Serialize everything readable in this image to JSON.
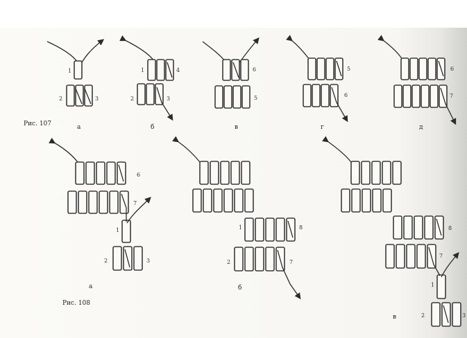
{
  "figures": [
    {
      "id": "fig107",
      "caption": "Рис. 107",
      "parts": [
        "а",
        "б",
        "в",
        "г",
        "д"
      ]
    },
    {
      "id": "fig108",
      "caption": "Рис. 108",
      "parts": [
        "а",
        "б",
        "в"
      ]
    }
  ],
  "bead_labels": {
    "a": [
      "1",
      "2",
      "3"
    ],
    "b": [
      "1",
      "4",
      "2",
      "3"
    ],
    "c": [
      "6",
      "5"
    ],
    "d": [
      "5",
      "6"
    ],
    "e": [
      "6",
      "7"
    ],
    "f": [
      "6",
      "7",
      "1",
      "2",
      "3"
    ],
    "g": [
      "1",
      "8",
      "2",
      "7"
    ],
    "h": [
      "8",
      "7",
      "1",
      "2",
      "3"
    ]
  }
}
